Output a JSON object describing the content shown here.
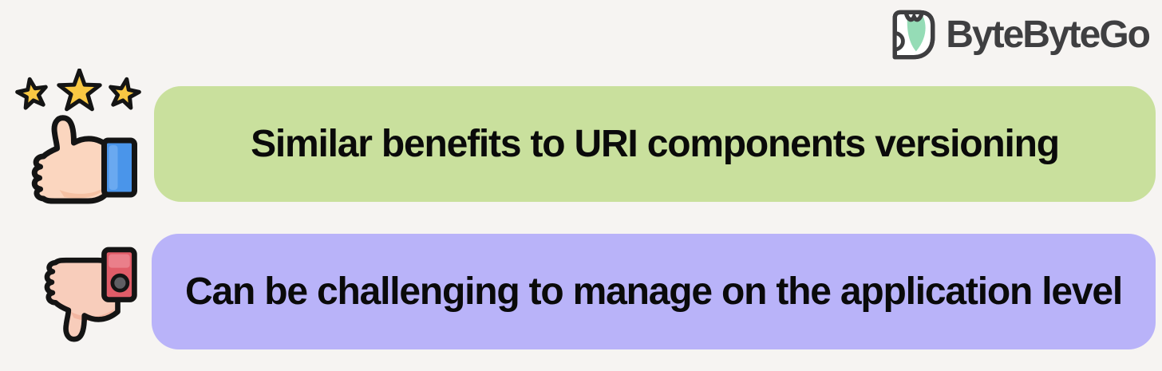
{
  "page": {
    "background": "#f6f4f2"
  },
  "brand": {
    "name": "ByteByteGo",
    "text_color": "#3f3f41",
    "mark_outline_color": "#3e3e40",
    "mark_leaf_color": "#95dcb6"
  },
  "pros_cons": [
    {
      "kind": "pro",
      "icon": "thumbs-up-with-stars-icon",
      "box_color": "#c9e09d",
      "text_color": "#0a0a0a",
      "text": "Similar benefits to URI components versioning"
    },
    {
      "kind": "con",
      "icon": "thumbs-down-icon",
      "box_color": "#b9b3f9",
      "text_color": "#0a0a0a",
      "text": "Can be challenging to manage on the application level"
    }
  ],
  "icon_colors": {
    "star_fill": "#f9c843",
    "outline": "#141414",
    "thumb_up_skin": "#fbd6bf",
    "thumb_up_shade": "#f5c2a4",
    "cuff_blue": "#4a95ea",
    "cuff_blue_light": "#6aa9f0",
    "thumb_down_skin": "#f8cdbb",
    "thumb_down_shade": "#f2b6a1",
    "cuff_red": "#e05c68",
    "cuff_red_light": "#ea7f8a",
    "button_gray": "#5f5e63"
  }
}
